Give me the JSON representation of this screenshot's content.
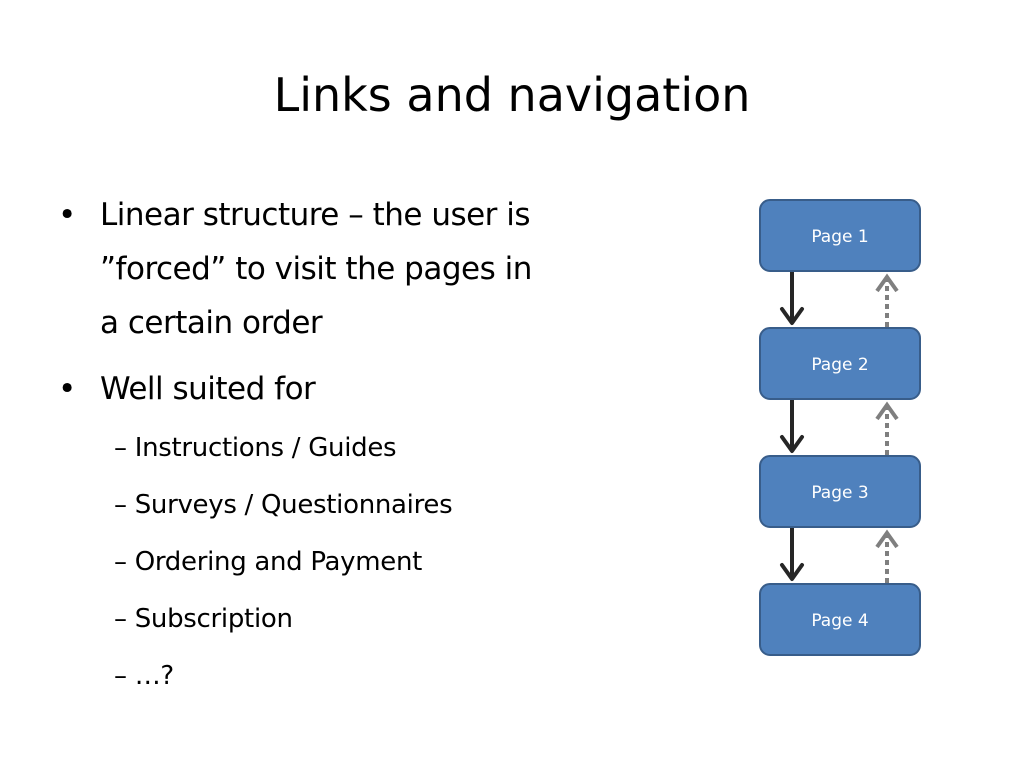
{
  "slide": {
    "title": "Links and navigation",
    "bullets": [
      {
        "lines": [
          "Linear structure – the user is",
          "”forced” to visit the pages in",
          "a certain order"
        ]
      },
      {
        "text": "Well suited for",
        "subitems": [
          "Instructions / Guides",
          "Surveys / Questionnaires",
          "Ordering and Payment",
          "Subscription",
          "…?"
        ]
      }
    ],
    "bullet_glyph": "•",
    "dash_glyph": "–"
  },
  "diagram": {
    "pages": [
      "Page 1",
      "Page 2",
      "Page 3",
      "Page 4"
    ],
    "colors": {
      "box_fill": "#4F81BD",
      "box_stroke": "#385D8A",
      "forward_arrow": "#262626",
      "back_arrow": "#7F7F7F"
    },
    "forward_arrow_style": "solid",
    "back_arrow_style": "dotted"
  }
}
